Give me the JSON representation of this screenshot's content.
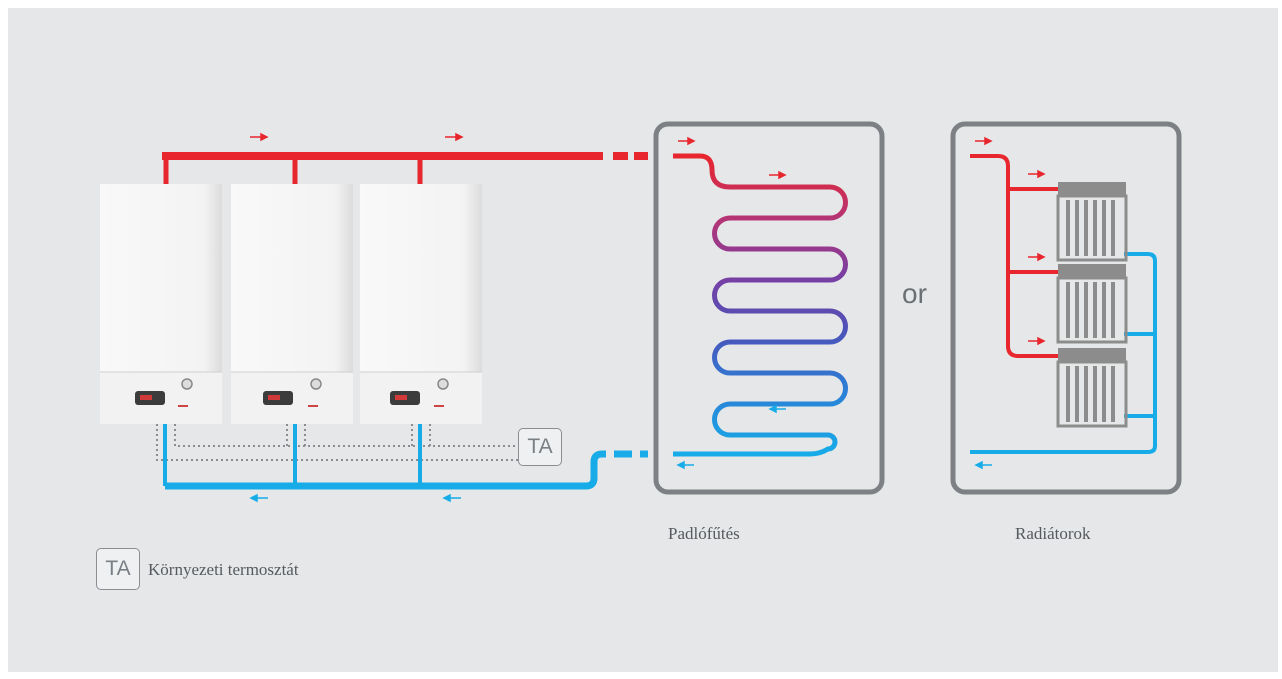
{
  "diagram": {
    "labels": {
      "floor_heating": "Padlófűtés",
      "radiators": "Radiátorok",
      "or": "or",
      "thermostat_tag": "TA",
      "legend_text": "Környezeti termosztát"
    },
    "boiler_count": 3,
    "radiator_count": 3,
    "colors": {
      "background": "#e6e7e8",
      "flow_pipe": "#e8262d",
      "return_pipe": "#17ace8",
      "frame": "#7d8084",
      "boiler_body": "#f7f7f7",
      "radiator": "#8c8c8c",
      "thermostat_wire": "#8a8e93"
    },
    "icons": {
      "flow_arrow": "arrow-right-icon",
      "return_arrow": "arrow-left-icon"
    }
  }
}
